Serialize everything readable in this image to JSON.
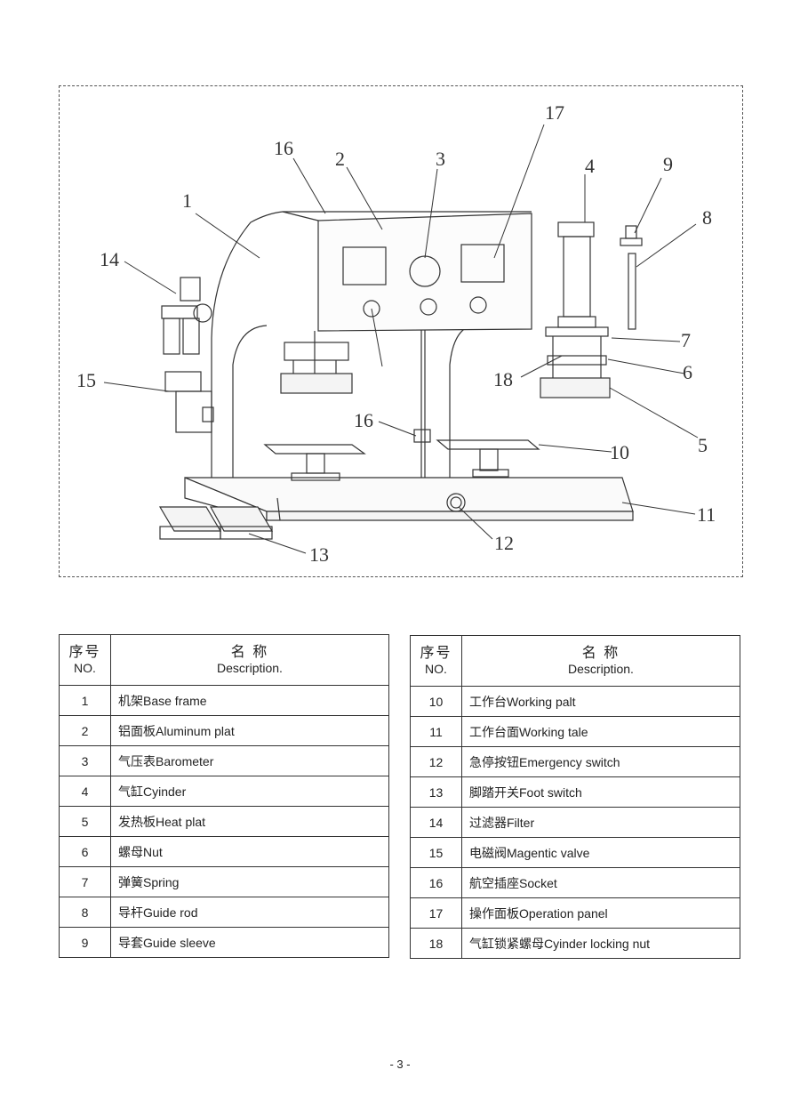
{
  "figure": {
    "callouts": [
      "1",
      "2",
      "3",
      "4",
      "5",
      "6",
      "7",
      "8",
      "9",
      "10",
      "11",
      "12",
      "13",
      "14",
      "15",
      "16",
      "16",
      "17",
      "18"
    ]
  },
  "table_header": {
    "no_cn": "序号",
    "no_en": "NO.",
    "desc_cn": "名 称",
    "desc_en": "Description."
  },
  "table_left": [
    {
      "no": "1",
      "desc": "机架Base frame"
    },
    {
      "no": "2",
      "desc": "铝面板Aluminum plat"
    },
    {
      "no": "3",
      "desc": "气压表Barometer"
    },
    {
      "no": "4",
      "desc": "气缸Cyinder"
    },
    {
      "no": "5",
      "desc": "发热板Heat plat"
    },
    {
      "no": "6",
      "desc": "螺母Nut"
    },
    {
      "no": "7",
      "desc": "弹簧Spring"
    },
    {
      "no": "8",
      "desc": "导杆Guide rod"
    },
    {
      "no": "9",
      "desc": "导套Guide sleeve"
    }
  ],
  "table_right": [
    {
      "no": "10",
      "desc": "工作台Working palt"
    },
    {
      "no": "11",
      "desc": "工作台面Working tale"
    },
    {
      "no": "12",
      "desc": "急停按钮Emergency switch"
    },
    {
      "no": "13",
      "desc": "脚踏开关Foot switch"
    },
    {
      "no": "14",
      "desc": "过滤器Filter"
    },
    {
      "no": "15",
      "desc": "电磁阀Magentic valve"
    },
    {
      "no": "16",
      "desc": "航空插座Socket"
    },
    {
      "no": "17",
      "desc": "操作面板Operation panel"
    },
    {
      "no": "18",
      "desc": "气缸锁紧螺母Cyinder locking nut"
    }
  ],
  "page_number": "- 3 -"
}
